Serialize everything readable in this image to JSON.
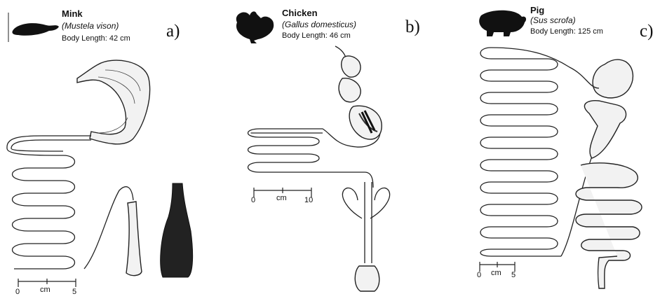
{
  "panels": {
    "a": {
      "name": "Mink",
      "latin": "(Mustela vison)",
      "body_length": "Body Length: 42 cm",
      "letter": "a)",
      "scale": {
        "start": "0",
        "unit": "cm",
        "end": "5"
      }
    },
    "b": {
      "name": "Chicken",
      "latin": "(Gallus domesticus)",
      "body_length": "Body Length: 46 cm",
      "letter": "b)",
      "scale": {
        "start": "0",
        "unit": "cm",
        "end": "10"
      }
    },
    "c": {
      "name": "Pig",
      "latin": "(Sus scrofa)",
      "body_length": "Body Length: 125 cm",
      "letter": "c)",
      "scale": {
        "start": "0",
        "unit": "cm",
        "end": "5"
      }
    }
  },
  "icons": {
    "a": "mink-icon",
    "b": "chicken-icon",
    "c": "pig-icon"
  }
}
